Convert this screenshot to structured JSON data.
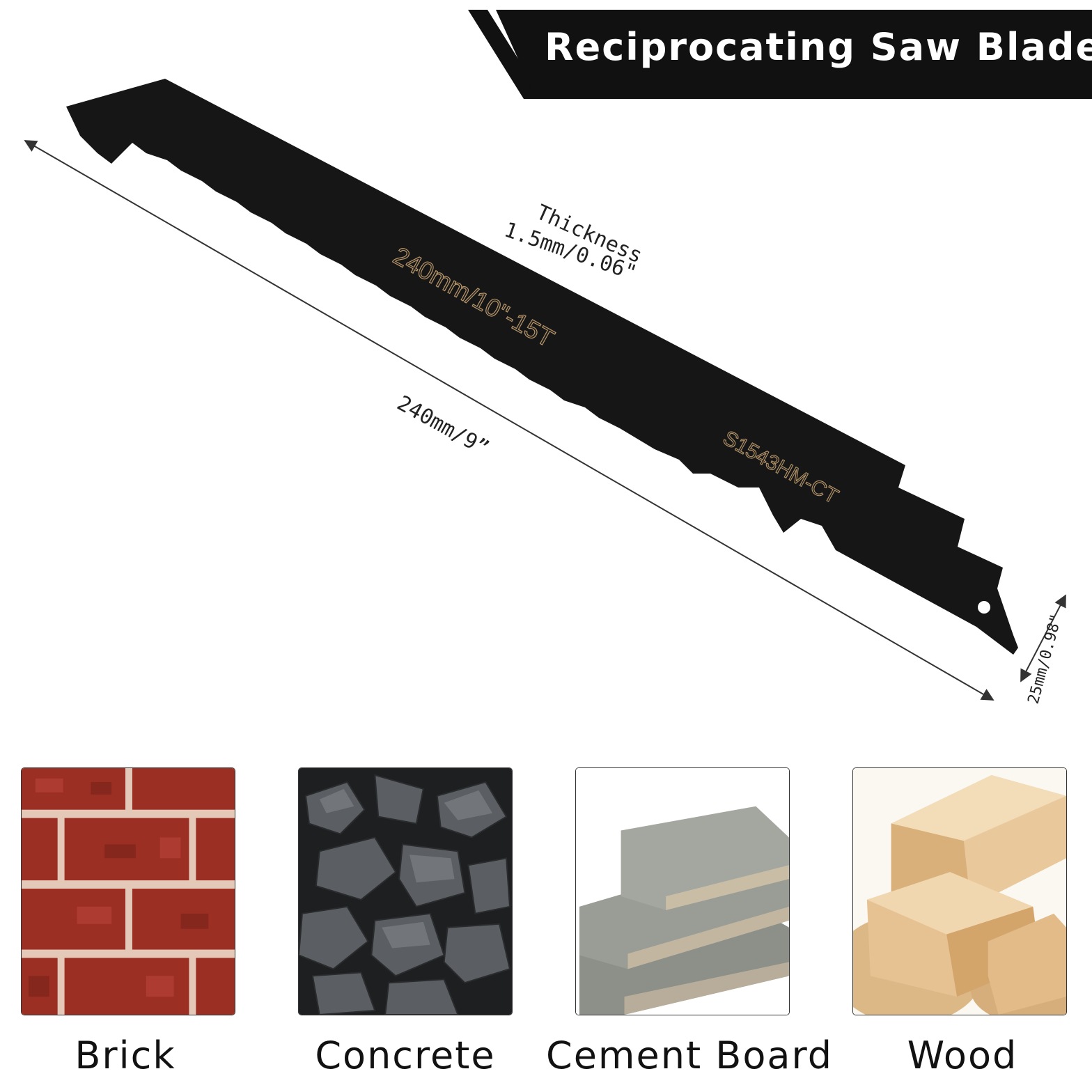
{
  "header": {
    "title": "Reciprocating Saw Blade"
  },
  "blade": {
    "size_marking": "240mm/10\"-15T",
    "model_marking": "S1543HM-CT",
    "thickness_label": "Thickness",
    "thickness_value": "1.5mm/0.06\"",
    "length": "240mm/9”",
    "width": "25mm/0.98\""
  },
  "materials": [
    {
      "label": "Brick",
      "icon": "brick-wall-image"
    },
    {
      "label": "Concrete",
      "icon": "crushed-stone-image"
    },
    {
      "label": "Cement Board",
      "icon": "cement-board-stack-image"
    },
    {
      "label": "Wood",
      "icon": "wood-beams-image"
    }
  ],
  "colors": {
    "blade": "#161616",
    "marking": "#b8966a",
    "banner": "#111111"
  }
}
